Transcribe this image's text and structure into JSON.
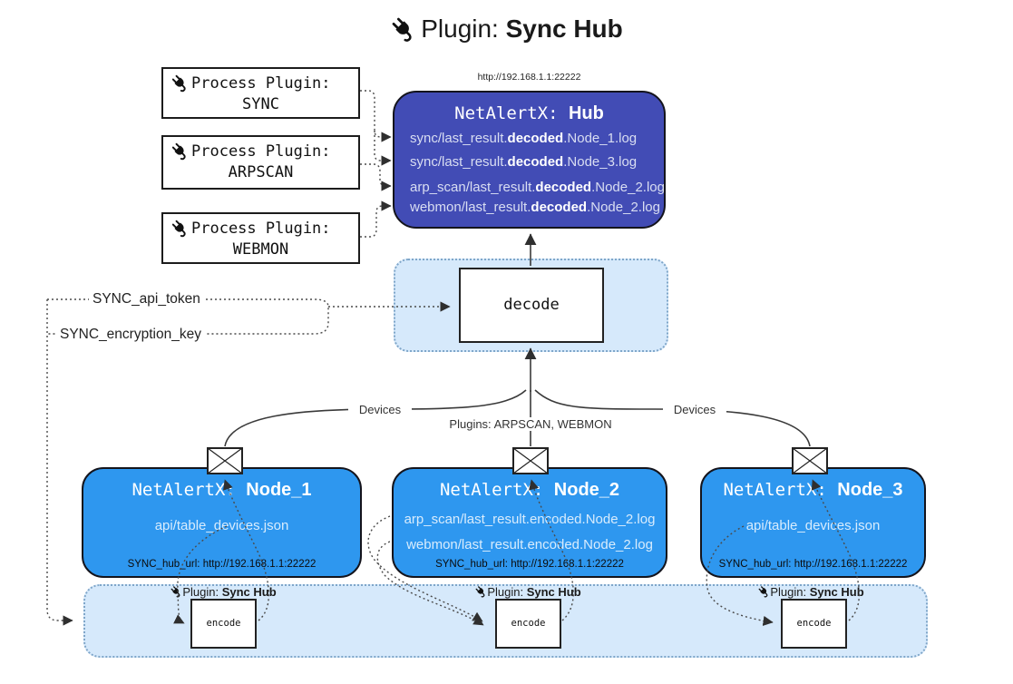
{
  "colors": {
    "hub_fill": "#424CB5",
    "node_fill": "#2E97EF",
    "band_fill": "#D6E9FB",
    "band_border": "#7FA6C9",
    "line": "#3A3A3A",
    "hub_text": "#D9DEF2",
    "node_text": "#D8ECFD"
  },
  "title": {
    "prefix": "Plugin: ",
    "name": "Sync Hub"
  },
  "process_plugins": [
    {
      "label": "Process Plugin:",
      "name": "SYNC"
    },
    {
      "label": "Process Plugin:",
      "name": "ARPSCAN"
    },
    {
      "label": "Process Plugin:",
      "name": "WEBMON"
    }
  ],
  "hub": {
    "url": "http://192.168.1.1:22222",
    "title_prefix": "NetAlertX: ",
    "title_name": "Hub",
    "lines": [
      {
        "pre": "sync/last_result.",
        "bold": "decoded",
        "post": ".Node_1.log"
      },
      {
        "pre": "sync/last_result.",
        "bold": "decoded",
        "post": ".Node_3.log"
      },
      {
        "pre": "arp_scan/last_result.",
        "bold": "decoded",
        "post": ".Node_2.log"
      },
      {
        "pre": "webmon/last_result.",
        "bold": "decoded",
        "post": ".Node_2.log"
      }
    ]
  },
  "decode_label": "decode",
  "secrets": {
    "api_token": "SYNC_api_token",
    "encryption_key": "SYNC_encryption_key"
  },
  "edge_labels": {
    "left": "Devices",
    "center": "Plugins: ARPSCAN, WEBMON",
    "right": "Devices"
  },
  "nodes": [
    {
      "title_prefix": "NetAlertX: ",
      "title_name": "Node_1",
      "files": [
        "api/table_devices.json"
      ],
      "hub_url": "SYNC_hub_url: http://192.168.1.1:22222"
    },
    {
      "title_prefix": "NetAlertX: ",
      "title_name": "Node_2",
      "files": [
        "arp_scan/last_result.encoded.Node_2.log",
        "webmon/last_result.encoded.Node_2.log"
      ],
      "hub_url": "SYNC_hub_url: http://192.168.1.1:22222"
    },
    {
      "title_prefix": "NetAlertX: ",
      "title_name": "Node_3",
      "files": [
        "api/table_devices.json"
      ],
      "hub_url": "SYNC_hub_url: http://192.168.1.1:22222"
    }
  ],
  "encode": {
    "plugin_prefix": "Plugin: ",
    "plugin_name": "Sync Hub",
    "label": "encode"
  }
}
